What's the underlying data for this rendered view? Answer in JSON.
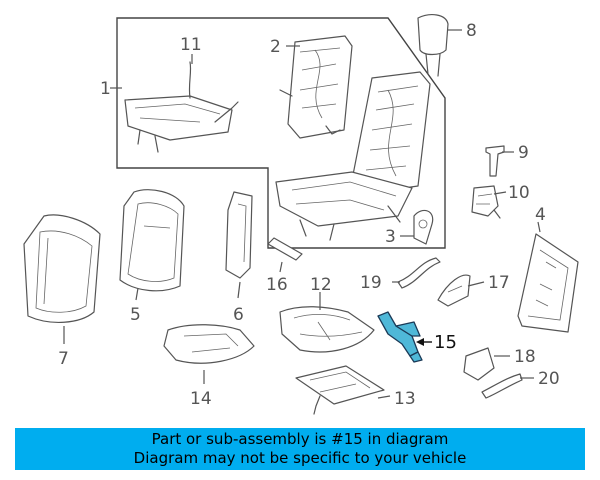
{
  "labels": {
    "p1": "1",
    "p2": "2",
    "p3": "3",
    "p4": "4",
    "p5": "5",
    "p6": "6",
    "p7": "7",
    "p8": "8",
    "p9": "9",
    "p10": "10",
    "p11": "11",
    "p12": "12",
    "p13": "13",
    "p14": "14",
    "p15": "15",
    "p16": "16",
    "p17": "17",
    "p18": "18",
    "p19": "19",
    "p20": "20"
  },
  "highlight": {
    "part": "15",
    "color": "#4fb8d8"
  },
  "banner": {
    "line1": "Part or sub-assembly is #15 in diagram",
    "line2": "Diagram may not be specific to your vehicle",
    "color": "#00adef"
  }
}
